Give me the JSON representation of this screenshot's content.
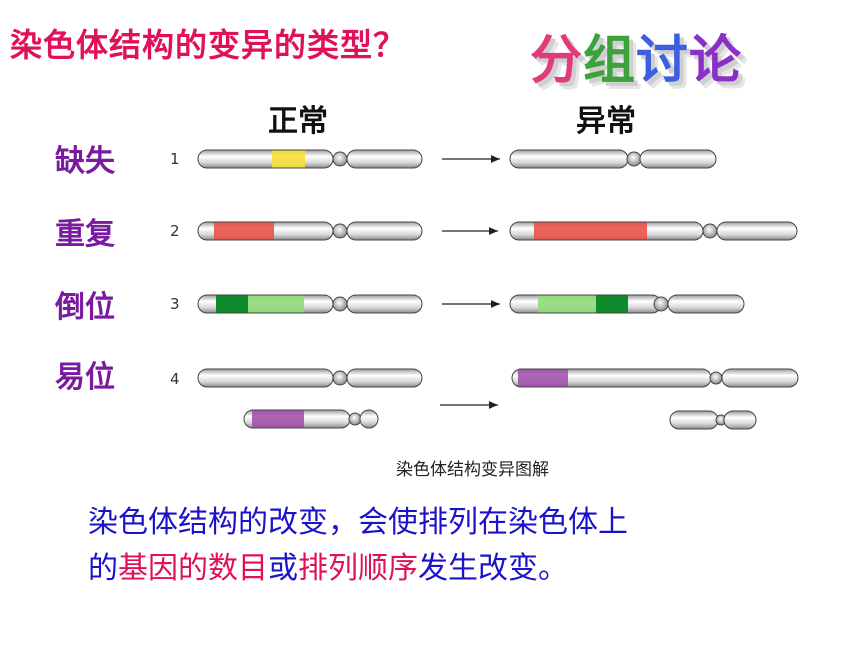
{
  "title": "染色体结构的变异的类型？",
  "wordart": {
    "chars": [
      "分",
      "组",
      "讨",
      "论"
    ],
    "colors": [
      "#e23a7a",
      "#3ca33c",
      "#3b5fe0",
      "#8a2fc8"
    ]
  },
  "columns": {
    "normal": "正常",
    "abnormal": "异常"
  },
  "rows": [
    {
      "number": "1",
      "label": "缺失"
    },
    {
      "number": "2",
      "label": "重复"
    },
    {
      "number": "3",
      "label": "倒位"
    },
    {
      "number": "4",
      "label": "易位"
    }
  ],
  "caption": "染色体结构变异图解",
  "summary": {
    "line1": "染色体结构的改变，会使排列在染色体上",
    "part1": "的",
    "highlight1": "基因的数目",
    "part2": "或",
    "highlight2": "排列顺序",
    "part3": "发生改变。"
  },
  "segment_colors": {
    "yellow": "#f5e03a",
    "red": "#e8534a",
    "dark_green": "#0f8a2c",
    "light_green": "#8fdc7a",
    "purple": "#a04aa8"
  }
}
